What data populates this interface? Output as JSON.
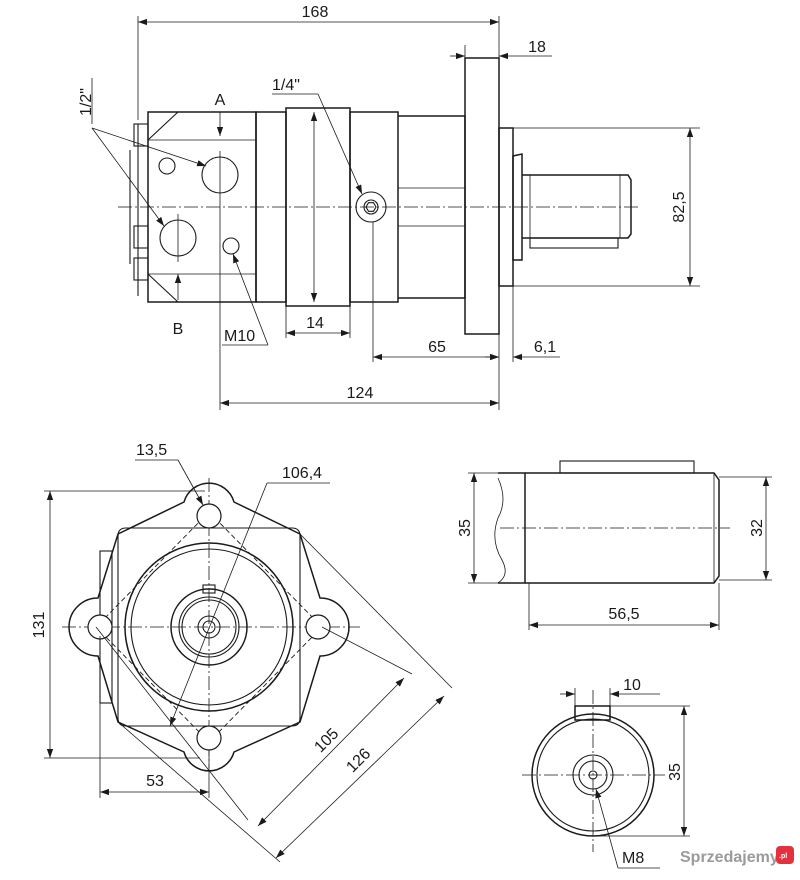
{
  "side_view": {
    "dim_overall_length": "168",
    "dim_flange_thickness": "18",
    "dim_shaft_height": "82,5",
    "dim_mid_flange": "14",
    "dim_port_to_flange": "65",
    "dim_flange_step": "6,1",
    "dim_port_to_face": "124",
    "label_drain_port": "1/4\"",
    "label_main_ports": "1/2\"",
    "label_port_a": "A",
    "label_port_b": "B",
    "label_thread": "M10"
  },
  "front_view": {
    "dim_bolt_hole": "13,5",
    "dim_bolt_circle": "106,4",
    "dim_height": "131",
    "dim_offset": "53",
    "dim_diag_inner": "105",
    "dim_diag_outer": "126"
  },
  "shaft_view": {
    "dim_shaft_dia": "35",
    "dim_shaft_dia_key": "32",
    "dim_shaft_length": "56,5"
  },
  "end_view": {
    "dim_key_width": "10",
    "dim_diameter": "35",
    "label_thread": "M8"
  },
  "watermark": {
    "text": "Sprzedajemy",
    "tld": ".pl"
  }
}
